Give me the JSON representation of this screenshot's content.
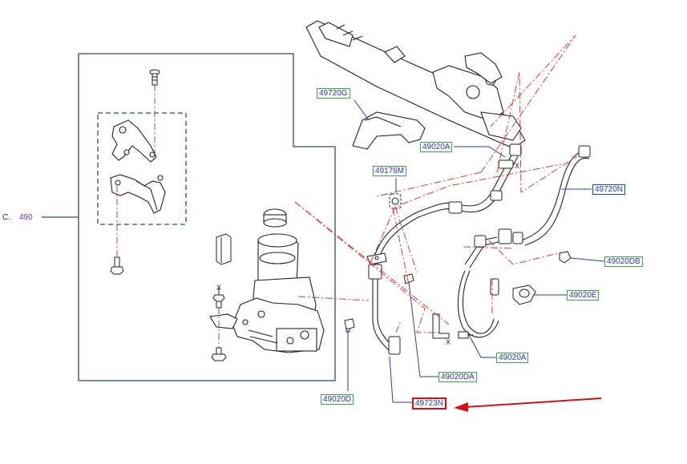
{
  "diagram": {
    "callout": {
      "prefix": "C.",
      "number": "490"
    },
    "labels": {
      "l_49720G": "49720G",
      "l_49020A_top": "49020A",
      "l_49176M": "49176M",
      "l_49720N": "49720N",
      "l_49020DB": "49020DB",
      "l_49020E": "49020E",
      "l_49020A_bottom": "49020A",
      "l_49020DA": "49020DA",
      "l_49020D": "49020D",
      "l_49723N": "49723N"
    },
    "colors": {
      "outline": "#2b4a7a",
      "part_line": "#222222",
      "red_dash": "#d63a3a",
      "leader": "#2b3f9e",
      "highlight": "#d01212",
      "green_box": "#3aa34a",
      "label_text": "#2a3a8c",
      "callout_number": "#7a2db5"
    },
    "highlighted_part": "49723N"
  }
}
